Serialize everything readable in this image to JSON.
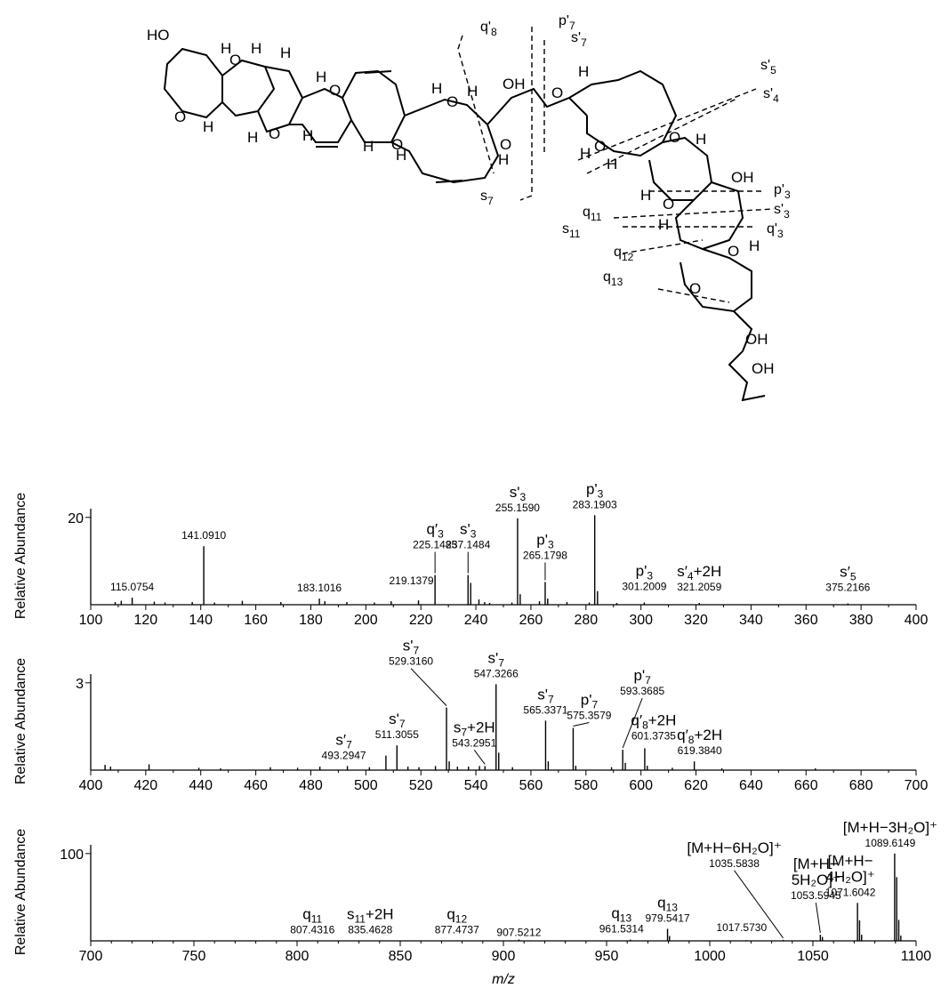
{
  "structure": {
    "atoms": [
      "HO",
      "O",
      "O",
      "O",
      "O",
      "O",
      "O",
      "O",
      "O",
      "O",
      "O",
      "O",
      "O",
      "O",
      "OH",
      "OH",
      "OH",
      "OH",
      "H",
      "H",
      "H",
      "H",
      "H",
      "H",
      "H",
      "H",
      "H",
      "H",
      "H",
      "H",
      "H",
      "H",
      "H",
      "H",
      "H",
      "H",
      "H"
    ],
    "fragments": [
      {
        "name": "q'",
        "sub": "8"
      },
      {
        "name": "p'",
        "sub": "7"
      },
      {
        "name": "s'",
        "sub": "7"
      },
      {
        "name": "s'",
        "sub": "5"
      },
      {
        "name": "s'",
        "sub": "4"
      },
      {
        "name": "p'",
        "sub": "3"
      },
      {
        "name": "s'",
        "sub": "3"
      },
      {
        "name": "q'",
        "sub": "3"
      },
      {
        "name": "q",
        "sub": "11"
      },
      {
        "name": "s",
        "sub": "11"
      },
      {
        "name": "q",
        "sub": "12"
      },
      {
        "name": "q",
        "sub": "13"
      },
      {
        "name": "s",
        "sub": "7"
      }
    ]
  },
  "chart_data": [
    {
      "type": "bar",
      "panel": "top",
      "ylabel": "Relative Abundance",
      "xlim": [
        100,
        400
      ],
      "ylim": [
        0,
        22
      ],
      "xticks": [
        100,
        120,
        140,
        160,
        180,
        200,
        220,
        240,
        260,
        280,
        300,
        320,
        340,
        360,
        380,
        400
      ],
      "yticks": [
        20
      ],
      "peaks": [
        {
          "mz": 108.9,
          "y": 0.6
        },
        {
          "mz": 111.1,
          "y": 0.9
        },
        {
          "mz": 115.0754,
          "y": 1.6
        },
        {
          "mz": 123.1,
          "y": 0.7
        },
        {
          "mz": 127.0,
          "y": 0.5
        },
        {
          "mz": 136.9,
          "y": 0.6
        },
        {
          "mz": 141.091,
          "y": 13.4
        },
        {
          "mz": 145.0,
          "y": 0.5
        },
        {
          "mz": 155.1,
          "y": 0.9
        },
        {
          "mz": 169.1,
          "y": 0.6
        },
        {
          "mz": 183.1016,
          "y": 1.4
        },
        {
          "mz": 185.1,
          "y": 0.8
        },
        {
          "mz": 193.1,
          "y": 0.6
        },
        {
          "mz": 203.1,
          "y": 0.5
        },
        {
          "mz": 209.2,
          "y": 0.8
        },
        {
          "mz": 219.1379,
          "y": 1.0
        },
        {
          "mz": 225.1485,
          "y": 6.8
        },
        {
          "mz": 237.1484,
          "y": 6.8
        },
        {
          "mz": 238.1,
          "y": 5.0
        },
        {
          "mz": 241.1,
          "y": 1.2
        },
        {
          "mz": 243.2,
          "y": 0.6
        },
        {
          "mz": 245.0,
          "y": 0.4
        },
        {
          "mz": 253.1,
          "y": 0.5
        },
        {
          "mz": 255.159,
          "y": 19.8
        },
        {
          "mz": 256.1,
          "y": 2.4
        },
        {
          "mz": 263.1,
          "y": 0.8
        },
        {
          "mz": 265.1798,
          "y": 5.2
        },
        {
          "mz": 266.1,
          "y": 1.4
        },
        {
          "mz": 273.1,
          "y": 0.6
        },
        {
          "mz": 281.2,
          "y": 0.5
        },
        {
          "mz": 283.1903,
          "y": 20.5
        },
        {
          "mz": 284.2,
          "y": 3.1
        },
        {
          "mz": 291.2,
          "y": 0.4
        },
        {
          "mz": 301.2009,
          "y": 0.5
        },
        {
          "mz": 321.2059,
          "y": 0.4
        },
        {
          "mz": 375.2166,
          "y": 0.3
        }
      ],
      "labels": [
        {
          "ion": "",
          "mz": "115.0754",
          "at": 115.0754,
          "y": 1.6
        },
        {
          "ion": "",
          "mz": "141.0910",
          "at": 141.091,
          "y": 13.4
        },
        {
          "ion": "",
          "mz": "183.1016",
          "at": 183.1016,
          "y": 1.4
        },
        {
          "ion": "",
          "mz": "219.1379",
          "at": 219.1379,
          "y": 1.0
        },
        {
          "ion": "q′",
          "sub": "3",
          "mz": "225.1485",
          "at": 225.1485,
          "y": 6.8
        },
        {
          "ion": "s'",
          "sub": "3",
          "mz": "237.1484",
          "at": 237.1484,
          "y": 6.8
        },
        {
          "ion": "s'",
          "sub": "3",
          "mz": "255.1590",
          "at": 255.159,
          "y": 19.8
        },
        {
          "ion": "p'",
          "sub": "3",
          "mz": "265.1798",
          "at": 265.1798,
          "y": 5.2
        },
        {
          "ion": "p'",
          "sub": "3",
          "mz": "283.1903",
          "at": 283.1903,
          "y": 20.5
        },
        {
          "ion": "p'",
          "sub": "3",
          "mz": "301.2009",
          "at": 301.2009,
          "y": 0.5
        },
        {
          "ion": "s′",
          "sub": "4",
          "suffix": "+2H",
          "mz": "321.2059",
          "at": 321.2059,
          "y": 0.4
        },
        {
          "ion": "s′",
          "sub": "5",
          "mz": "375.2166",
          "at": 375.2166,
          "y": 0.3
        }
      ]
    },
    {
      "type": "bar",
      "panel": "middle",
      "ylabel": "Relative Abundance",
      "xlim": [
        400,
        700
      ],
      "ylim": [
        0,
        3.3
      ],
      "xticks": [
        400,
        420,
        440,
        460,
        480,
        500,
        520,
        540,
        560,
        580,
        600,
        620,
        640,
        660,
        680,
        700
      ],
      "yticks": [
        3
      ],
      "peaks": [
        {
          "mz": 405.2,
          "y": 0.18
        },
        {
          "mz": 407.2,
          "y": 0.12
        },
        {
          "mz": 421.2,
          "y": 0.2
        },
        {
          "mz": 439.3,
          "y": 0.08
        },
        {
          "mz": 447.2,
          "y": 0.06
        },
        {
          "mz": 465.3,
          "y": 0.1
        },
        {
          "mz": 475.2,
          "y": 0.08
        },
        {
          "mz": 483.3,
          "y": 0.12
        },
        {
          "mz": 493.2947,
          "y": 0.14
        },
        {
          "mz": 501.3,
          "y": 0.1
        },
        {
          "mz": 507.3,
          "y": 0.5
        },
        {
          "mz": 511.3055,
          "y": 0.85
        },
        {
          "mz": 515.3,
          "y": 0.12
        },
        {
          "mz": 519.3,
          "y": 0.1
        },
        {
          "mz": 525.3,
          "y": 0.14
        },
        {
          "mz": 529.316,
          "y": 2.15
        },
        {
          "mz": 530.3,
          "y": 0.3
        },
        {
          "mz": 533.3,
          "y": 0.12
        },
        {
          "mz": 537.3,
          "y": 0.12
        },
        {
          "mz": 541.3,
          "y": 0.14
        },
        {
          "mz": 543.2951,
          "y": 0.14
        },
        {
          "mz": 547.3266,
          "y": 2.95
        },
        {
          "mz": 548.3,
          "y": 0.6
        },
        {
          "mz": 553.3,
          "y": 0.1
        },
        {
          "mz": 565.3371,
          "y": 1.7
        },
        {
          "mz": 566.3,
          "y": 0.3
        },
        {
          "mz": 575.3579,
          "y": 1.45
        },
        {
          "mz": 576.3,
          "y": 0.15
        },
        {
          "mz": 589.3,
          "y": 0.1
        },
        {
          "mz": 593.3685,
          "y": 0.7
        },
        {
          "mz": 594.3,
          "y": 0.25
        },
        {
          "mz": 601.3735,
          "y": 0.75
        },
        {
          "mz": 602.3,
          "y": 0.15
        },
        {
          "mz": 611.4,
          "y": 0.08
        },
        {
          "mz": 619.384,
          "y": 0.3
        },
        {
          "mz": 629.4,
          "y": 0.06
        },
        {
          "mz": 663.4,
          "y": 0.06
        }
      ],
      "labels": [
        {
          "ion": "s′",
          "sub": "7",
          "mz": "493.2947",
          "at": 493.2947,
          "y": 0.14
        },
        {
          "ion": "s'",
          "sub": "7",
          "mz": "511.3055",
          "at": 511.3055,
          "y": 0.85
        },
        {
          "ion": "s'",
          "sub": "7",
          "mz": "529.3160",
          "at": 529.316,
          "y": 2.15
        },
        {
          "ion": "s",
          "sub": "7",
          "suffix": "+2H",
          "mz": "543.2951",
          "at": 543.2951,
          "y": 0.14
        },
        {
          "ion": "s'",
          "sub": "7",
          "mz": "547.3266",
          "at": 547.3266,
          "y": 2.95
        },
        {
          "ion": "s'",
          "sub": "7",
          "mz": "565.3371",
          "at": 565.3371,
          "y": 1.7
        },
        {
          "ion": "p'",
          "sub": "7",
          "mz": "575.3579",
          "at": 575.3579,
          "y": 1.45
        },
        {
          "ion": "p'",
          "sub": "7",
          "mz": "593.3685",
          "at": 593.3685,
          "y": 0.7
        },
        {
          "ion": "q′",
          "sub": "8",
          "suffix": "+2H",
          "mz": "601.3735",
          "at": 601.3735,
          "y": 0.75
        },
        {
          "ion": "q′",
          "sub": "8",
          "suffix": "+2H",
          "mz": "619.3840",
          "at": 619.384,
          "y": 0.3
        }
      ]
    },
    {
      "type": "bar",
      "panel": "bottom",
      "ylabel": "Relative Abundance",
      "xlabel": "m/z",
      "xlim": [
        700,
        1100
      ],
      "ylim": [
        0,
        110
      ],
      "xticks": [
        700,
        750,
        800,
        850,
        900,
        950,
        1000,
        1050,
        1100
      ],
      "yticks": [
        100
      ],
      "peaks": [
        {
          "mz": 807.4316,
          "y": 0.6
        },
        {
          "mz": 835.4628,
          "y": 0.5
        },
        {
          "mz": 877.4737,
          "y": 0.6
        },
        {
          "mz": 907.5212,
          "y": 1.6
        },
        {
          "mz": 908.5,
          "y": 0.6
        },
        {
          "mz": 961.5314,
          "y": 1.4
        },
        {
          "mz": 979.5417,
          "y": 13.8
        },
        {
          "mz": 980.5,
          "y": 5.5
        },
        {
          "mz": 1017.573,
          "y": 0.8
        },
        {
          "mz": 1035.5838,
          "y": 1.2
        },
        {
          "mz": 1053.5945,
          "y": 7.0
        },
        {
          "mz": 1054.6,
          "y": 4.5
        },
        {
          "mz": 1071.6042,
          "y": 43.5
        },
        {
          "mz": 1072.6,
          "y": 23.5
        },
        {
          "mz": 1073.6,
          "y": 7.0
        },
        {
          "mz": 1089.6149,
          "y": 100
        },
        {
          "mz": 1090.6,
          "y": 73
        },
        {
          "mz": 1091.6,
          "y": 24
        },
        {
          "mz": 1092.6,
          "y": 6
        }
      ],
      "labels": [
        {
          "ion": "q",
          "sub": "11",
          "mz": "807.4316",
          "at": 807.4316,
          "y": 0.6
        },
        {
          "ion": "s",
          "sub": "11",
          "suffix": "+2H",
          "mz": "835.4628",
          "at": 835.4628,
          "y": 0.5
        },
        {
          "ion": "q",
          "sub": "12",
          "mz": "877.4737",
          "at": 877.4737,
          "y": 0.6
        },
        {
          "ion": "",
          "mz": "907.5212",
          "at": 907.5212,
          "y": 1.6
        },
        {
          "ion": "q",
          "sub": "13",
          "mz": "961.5314",
          "at": 961.5314,
          "y": 1.4
        },
        {
          "ion": "q",
          "sub": "13",
          "mz": "979.5417",
          "at": 979.5417,
          "y": 13.8
        },
        {
          "ion": "",
          "mz": "1017.5730",
          "at": 1017.573,
          "y": 0.8
        },
        {
          "ion": "[M+H−6H₂O]⁺",
          "mz": "1035.5838",
          "at": 1035.5838,
          "y": 1.2
        },
        {
          "ion": "[M+H−",
          "ion2": "5H₂O]⁺",
          "mz": "1053.5945",
          "at": 1053.5945,
          "y": 7.0
        },
        {
          "ion": "[M+H−",
          "ion2": "4H₂O]⁺",
          "mz": "1071.6042",
          "at": 1071.6042,
          "y": 43.5
        },
        {
          "ion": "[M+H−3H₂O]⁺",
          "mz": "1089.6149",
          "at": 1089.6149,
          "y": 100
        }
      ]
    }
  ]
}
